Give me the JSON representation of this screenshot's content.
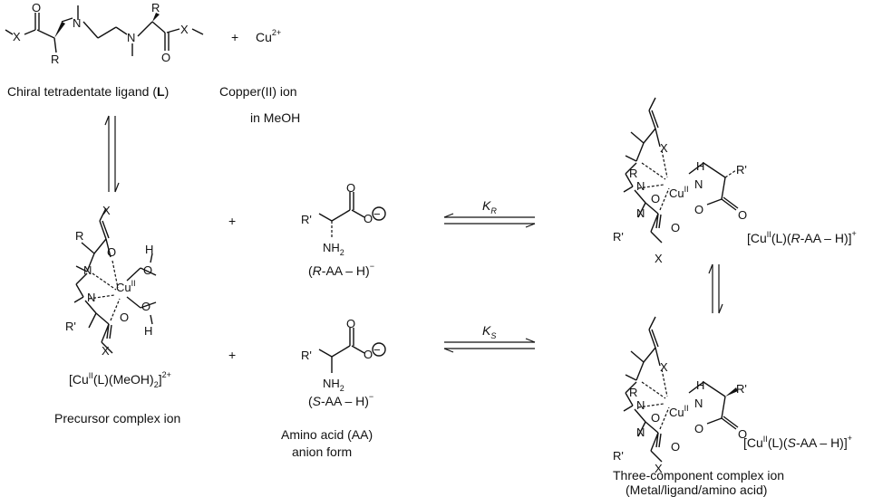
{
  "reactants": {
    "ligand_label_pre": "Chiral tetradentate ligand (",
    "ligand_label_bold": "L",
    "ligand_label_post": ")",
    "plus_1": "+",
    "cu_ion_prefix": "Cu",
    "cu_ion_charge": "2+",
    "copper_label": "Copper(II) ion",
    "solvent": "in MeOH"
  },
  "precursor": {
    "formula_a": "[Cu",
    "formula_ox": "II",
    "formula_b": "(L)(MeOH)",
    "formula_sub": "2",
    "formula_c": "]",
    "formula_charge": "2+",
    "label": "Precursor complex ion"
  },
  "amino_acid": {
    "plus_r": "+",
    "plus_s": "+",
    "r_form_a": "(",
    "r_form_italic": "R",
    "r_form_b": "-AA – H)",
    "r_form_charge": "−",
    "s_form_a": "(",
    "s_form_italic": "S",
    "s_form_b": "-AA – H)",
    "s_form_charge": "−",
    "label_1": "Amino acid (AA)",
    "label_2": "anion form"
  },
  "equilibria": {
    "kr_k": "K",
    "kr_sub": "R",
    "ks_k": "K",
    "ks_sub": "S"
  },
  "products": {
    "r_a": "[Cu",
    "r_ox": "II",
    "r_b": "(L)(",
    "r_italic": "R",
    "r_c": "-AA – H)]",
    "r_charge": "+",
    "s_a": "[Cu",
    "s_ox": "II",
    "s_b": "(L)(",
    "s_italic": "S",
    "s_c": "-AA – H)]",
    "s_charge": "+",
    "label_1": "Three-component complex ion",
    "label_2": "(Metal/ligand/amino acid)"
  },
  "atoms": {
    "X": "X",
    "O": "O",
    "N": "N",
    "R": "R",
    "Rp": "R'",
    "Cu": "Cu",
    "II": "II",
    "H": "H",
    "NH": "NH",
    "NH2": "NH",
    "two": "2",
    "minus": "−"
  }
}
